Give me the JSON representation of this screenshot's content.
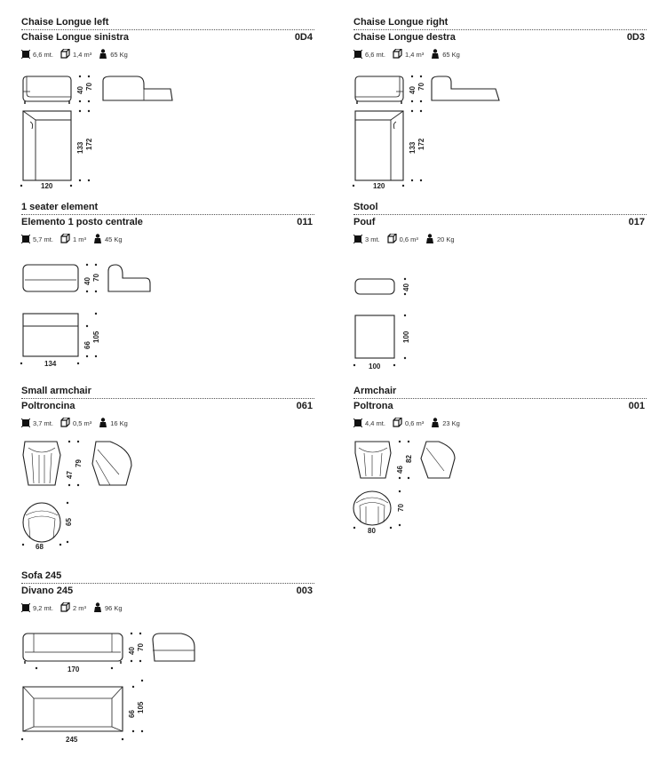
{
  "items": [
    {
      "title_en": "Chaise Longue left",
      "title_it": "Chaise Longue sinistra",
      "code": "0D4",
      "length": "6,6 mt.",
      "volume": "1,4 m³",
      "weight": "65 Kg",
      "dims": {
        "seat_h": "40",
        "back_h": "70",
        "depth_inner": "133",
        "depth_total": "172",
        "width": "120"
      }
    },
    {
      "title_en": "Chaise Longue right",
      "title_it": "Chaise Longue destra",
      "code": "0D3",
      "length": "6,6 mt.",
      "volume": "1,4 m³",
      "weight": "65 Kg",
      "dims": {
        "seat_h": "40",
        "back_h": "70",
        "depth_inner": "133",
        "depth_total": "172",
        "width": "120"
      }
    },
    {
      "title_en": "1 seater element",
      "title_it": "Elemento 1 posto centrale",
      "code": "011",
      "length": "5,7 mt.",
      "volume": "1 m³",
      "weight": "45 Kg",
      "dims": {
        "seat_h": "40",
        "back_h": "70",
        "depth_inner": "66",
        "depth_total": "105",
        "width": "134"
      }
    },
    {
      "title_en": "Stool",
      "title_it": "Pouf",
      "code": "017",
      "length": "3 mt.",
      "volume": "0,6 m³",
      "weight": "20 Kg",
      "dims": {
        "seat_h": "40",
        "depth": "100",
        "width": "100"
      }
    },
    {
      "title_en": "Small armchair",
      "title_it": "Poltroncina",
      "code": "061",
      "length": "3,7 mt.",
      "volume": "0,5 m³",
      "weight": "16 Kg",
      "dims": {
        "seat_h": "47",
        "back_h": "79",
        "depth": "65",
        "width": "68"
      }
    },
    {
      "title_en": "Armchair",
      "title_it": "Poltrona",
      "code": "001",
      "length": "4,4 mt.",
      "volume": "0,6 m³",
      "weight": "23 Kg",
      "dims": {
        "seat_h": "46",
        "back_h": "82",
        "depth": "70",
        "width": "80"
      }
    },
    {
      "title_en": "Sofa 245",
      "title_it": "Divano 245",
      "code": "003",
      "length": "9,2 mt.",
      "volume": "2 m³",
      "weight": "96 Kg",
      "dims": {
        "seat_h": "40",
        "back_h": "70",
        "inner_w": "170",
        "depth_inner": "66",
        "depth_total": "105",
        "width": "245"
      }
    }
  ],
  "icons": {
    "length": "fabric-length-icon",
    "volume": "volume-cube-icon",
    "weight": "weight-icon"
  }
}
